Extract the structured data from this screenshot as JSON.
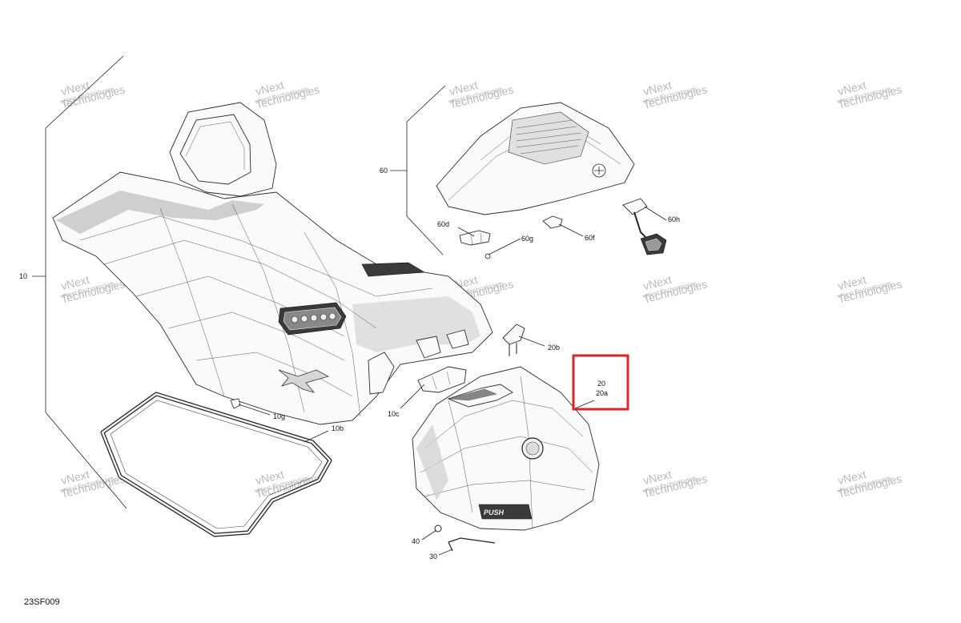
{
  "watermark": {
    "line1": "vNext",
    "line2": "Technologies",
    "full": "vNext Technologies"
  },
  "callouts": {
    "c10": "10",
    "c10b": "10b",
    "c10c": "10c",
    "c10g": "10g",
    "c20": "20",
    "c20a": "20a",
    "c20b": "20b",
    "c30": "30",
    "c40": "40",
    "c60": "60",
    "c60d": "60d",
    "c60f": "60f",
    "c60g": "60g",
    "c60h": "60h"
  },
  "figure_code": "23SF009",
  "highlight_color": "#d9262b"
}
